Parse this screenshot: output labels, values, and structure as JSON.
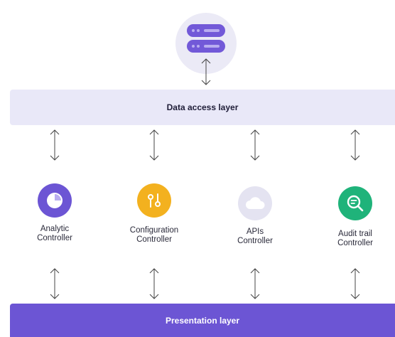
{
  "database": {
    "icon": "database-icon"
  },
  "data_access_layer": {
    "label": "Data access layer"
  },
  "controllers": [
    {
      "line1": "Analytic",
      "line2": "Controller",
      "icon": "pie-chart-icon",
      "color": "#6c55d4"
    },
    {
      "line1": "Configuration",
      "line2": "Controller",
      "icon": "settings-toggle-icon",
      "color": "#f3b11f"
    },
    {
      "line1": "APIs",
      "line2": "Controller",
      "icon": "cloud-icon",
      "color": "#e4e3f1"
    },
    {
      "line1": "Audit trail",
      "line2": "Controller",
      "icon": "search-document-icon",
      "color": "#1fb37a"
    }
  ],
  "presentation_layer": {
    "label": "Presentation layer"
  },
  "colors": {
    "accent": "#6c55d4",
    "layer_light": "#e9e8f8"
  }
}
